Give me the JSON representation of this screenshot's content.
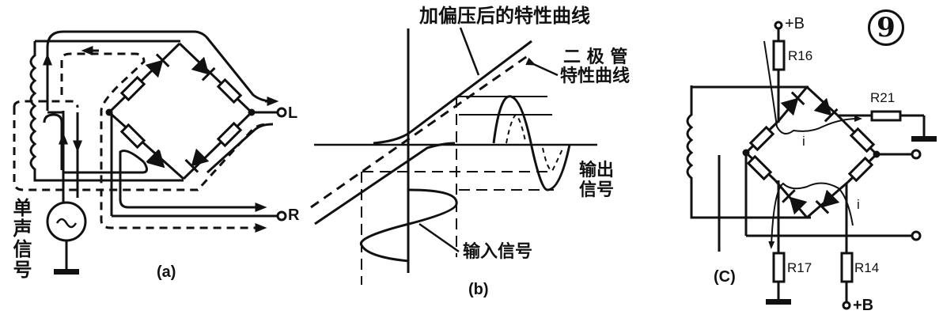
{
  "figure_number": "9",
  "panel_a": {
    "caption": "(a)",
    "source_label": "单声信号",
    "output_left": "L",
    "output_right": "R"
  },
  "panel_b": {
    "caption": "(b)",
    "biased_curve_label": "加偏压后的特性曲线",
    "diode_curve_label_line1": "二 极 管",
    "diode_curve_label_line2": "特性曲线",
    "output_signal_label_line1": "输出",
    "output_signal_label_line2": "信号",
    "input_signal_label": "输入信号"
  },
  "panel_c": {
    "caption": "(C)",
    "supply_top": "+B",
    "supply_bottom": "+B",
    "r16": "R16",
    "r21": "R21",
    "r17": "R17",
    "r14": "R14",
    "current_top": "i",
    "current_bottom": "i"
  }
}
